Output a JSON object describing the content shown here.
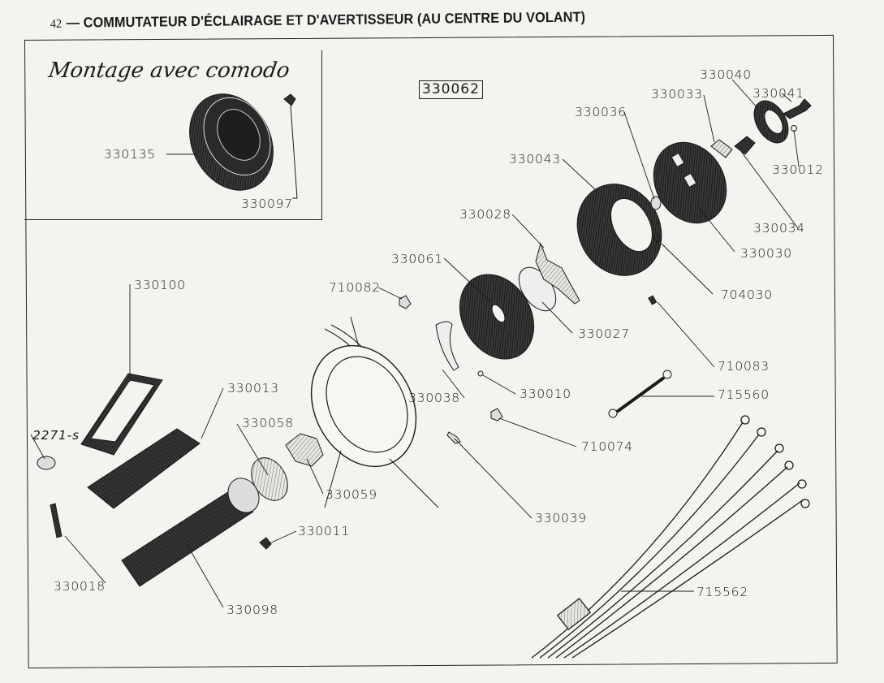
{
  "header": {
    "page_number": "42",
    "dash": "—",
    "title": "COMMUTATEUR D'ÉCLAIRAGE ET D'AVERTISSEUR (AU CENTRE DU VOLANT)"
  },
  "inset": {
    "title": "Montage avec comodo",
    "labels": {
      "p330135": "330135",
      "p330097": "330097"
    }
  },
  "assembly_ref": "330062",
  "labels": {
    "p330040": "330040",
    "p330041": "330041",
    "p330033": "330033",
    "p330036": "330036",
    "p330043": "330043",
    "p330012": "330012",
    "p330034": "330034",
    "p330030": "330030",
    "p330028": "330028",
    "p330061": "330061",
    "p710082": "710082",
    "p704030": "704030",
    "p330027": "330027",
    "p330100": "330100",
    "p710083": "710083",
    "p330038": "330038",
    "p330010": "330010",
    "p715560": "715560",
    "p330013": "330013",
    "p330058": "330058",
    "p2271s": "2271-s",
    "p710074": "710074",
    "p330059": "330059",
    "p330039": "330039",
    "p330011": "330011",
    "p330018": "330018",
    "p330098": "330098",
    "p715562": "715562"
  }
}
